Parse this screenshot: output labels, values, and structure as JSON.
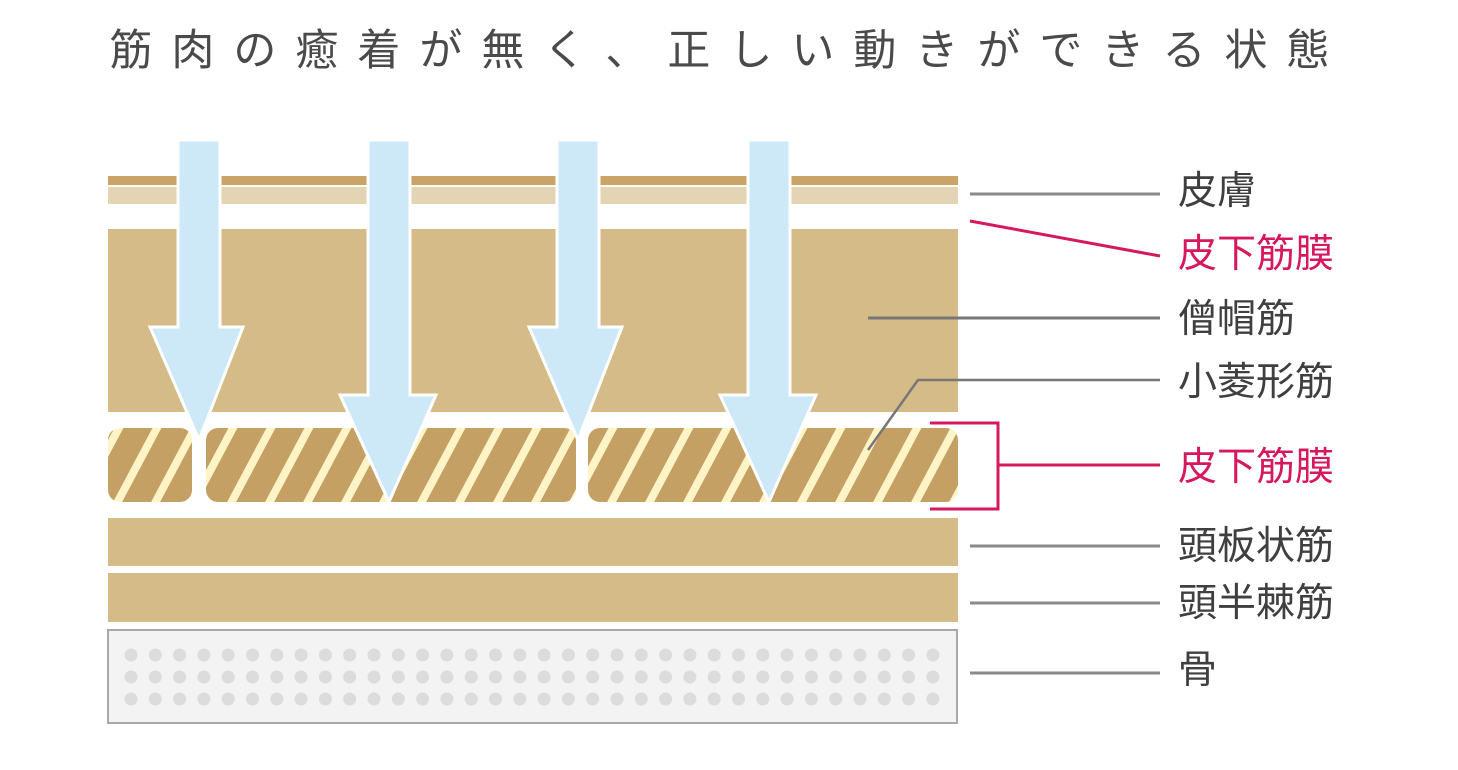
{
  "title": "筋肉の癒着が無く、正しい動きができる状態",
  "labels": {
    "skin": "皮膚",
    "subcutaneous_fascia_upper": "皮下筋膜",
    "trapezius": "僧帽筋",
    "rhomboid_minor": "小菱形筋",
    "subcutaneous_fascia_lower": "皮下筋膜",
    "splenius_capitis": "頭板状筋",
    "semispinalis_capitis": "頭半棘筋",
    "bone": "骨"
  },
  "colors": {
    "muscle": "#d4bb87",
    "skin_dark": "#c9a466",
    "skin_light": "#e3d4b4",
    "fascia_fill": "#c4a064",
    "fascia_stripe": "#fff4c6",
    "arrow": "#cde9f8",
    "highlight": "#d6195f",
    "bone": "#f3f3f3",
    "bone_dot": "#dcdcdc"
  }
}
